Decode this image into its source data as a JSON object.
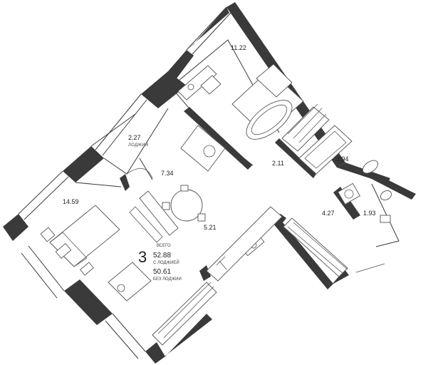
{
  "rooms": [
    {
      "id": "bedroom-top",
      "area": "11.22"
    },
    {
      "id": "loggia",
      "area": "2.27",
      "label": "ЛОДЖИЯ"
    },
    {
      "id": "living",
      "area": "7.34"
    },
    {
      "id": "corridor",
      "area": "2.11"
    },
    {
      "id": "bathroom",
      "area": "3.94"
    },
    {
      "id": "bedroom-left",
      "area": "14.59"
    },
    {
      "id": "hall",
      "area": "4.27"
    },
    {
      "id": "wc",
      "area": "1.93"
    },
    {
      "id": "kitchen",
      "area": "5.21"
    }
  ],
  "summary": {
    "total_label": "ВСЕГО",
    "rooms_count": "3",
    "area_with_loggia": "52.88",
    "with_loggia_label": "С ЛОДЖИЕЙ",
    "area_without_loggia": "50.61",
    "without_loggia_label": "БЕЗ ЛОДЖИИ"
  }
}
